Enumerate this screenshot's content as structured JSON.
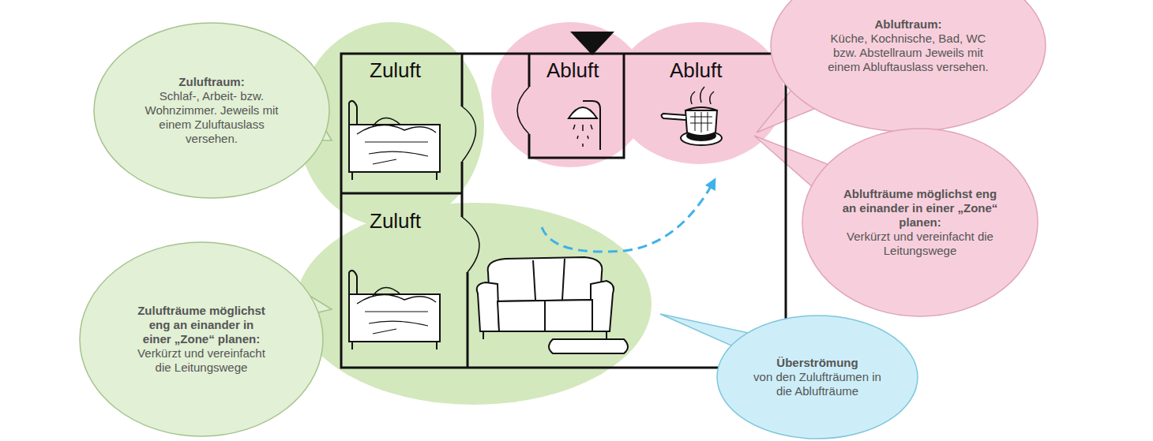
{
  "diagram": {
    "nodes": [
      {
        "text": [
          "Zuluftraum:",
          "Schlaf-, Arbeit- bzw. Wohnzimmer. Jeweils mit einem Zuluftauslass versehen."
        ]
      },
      {
        "text": [
          "Zuluft"
        ]
      },
      {
        "text": [
          "Abluft"
        ]
      },
      {
        "text": [
          "Abluft"
        ]
      },
      {
        "text": [
          "Abluftraum:",
          "Küche, Kochnische, Bad, WC bzw. Abstellraum Jeweils mit einem Abluftauslass versehen."
        ]
      },
      {
        "text": [
          "Ablufträume möglichst eng an einander in einer „Zone“ planen:",
          "Verkürzt und vereinfacht die Leitungswege"
        ]
      },
      {
        "text": [
          "Zuluft"
        ]
      },
      {
        "text": [
          "Zulufträume möglichst eng an einander in einer „Zone“ planen:",
          "Verkürzt und vereinfacht die Leitungswege"
        ]
      },
      {
        "text": [
          "Überströmung",
          "von den Zulufträumen in die Ablufträume"
        ]
      }
    ]
  }
}
